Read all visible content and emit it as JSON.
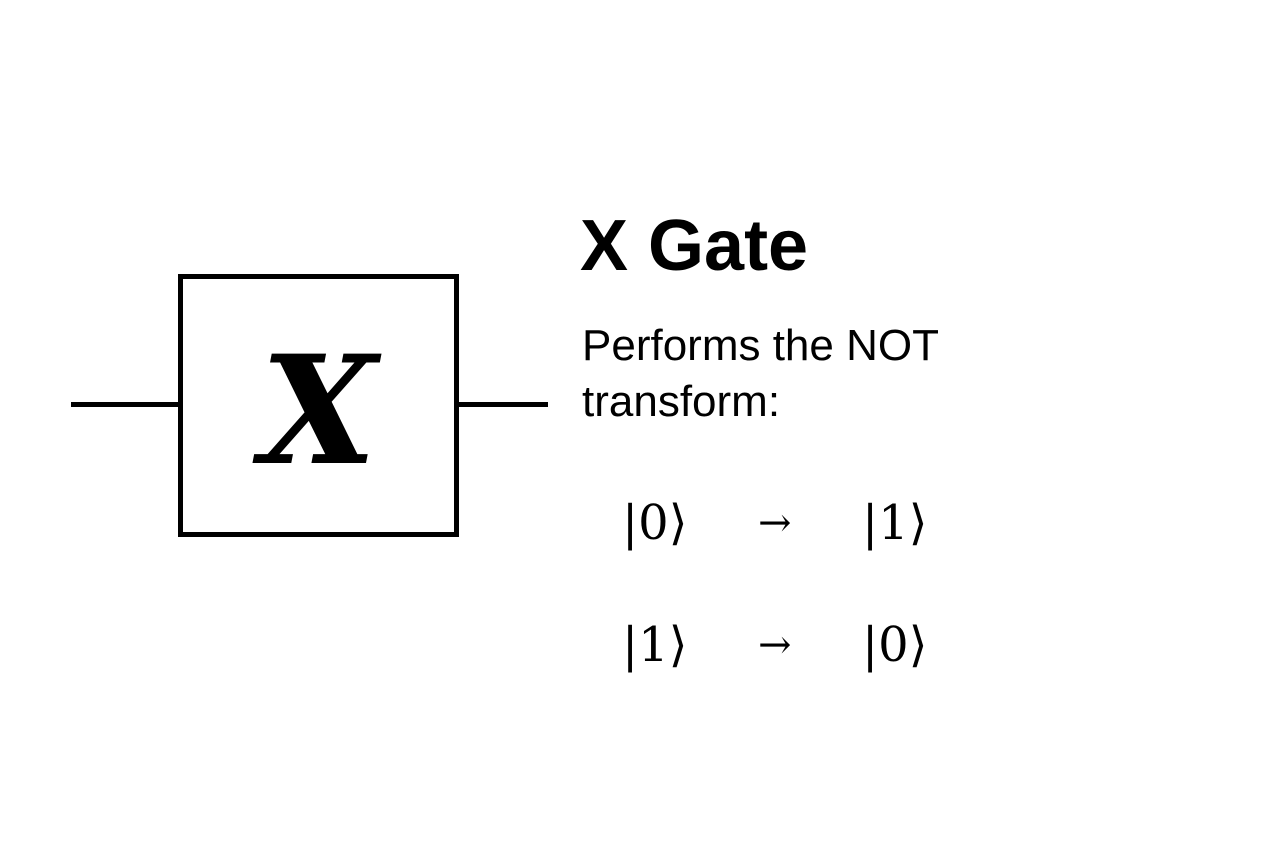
{
  "gate": {
    "symbol": "X"
  },
  "title": "X Gate",
  "description": "Performs the NOT transform:",
  "mappings": [
    {
      "from": "|0⟩",
      "arrow": "→",
      "to": "|1⟩"
    },
    {
      "from": "|1⟩",
      "arrow": "→",
      "to": "|0⟩"
    }
  ],
  "colors": {
    "background": "#ffffff",
    "ink": "#000000"
  }
}
